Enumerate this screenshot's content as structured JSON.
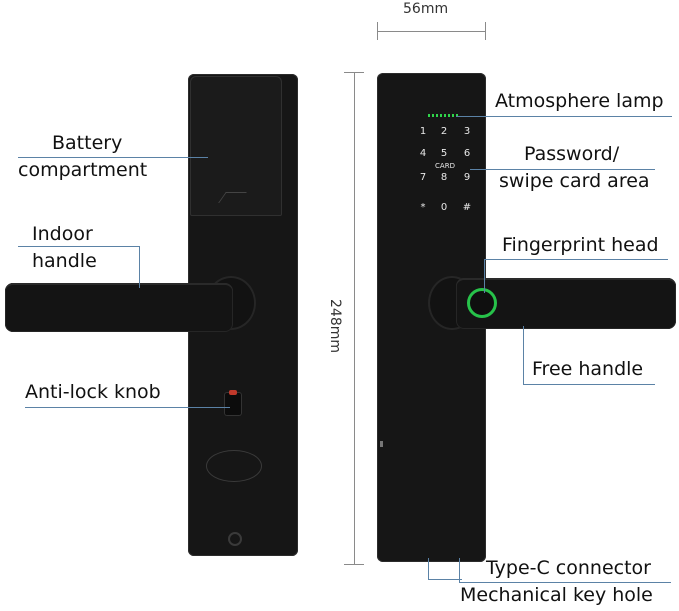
{
  "dimensions": {
    "width": "56mm",
    "height": "248mm"
  },
  "labels": {
    "battery": [
      "Battery",
      "compartment"
    ],
    "indoor_handle": [
      "Indoor",
      "handle"
    ],
    "anti_lock": "Anti-lock knob",
    "atmosphere_lamp": "Atmosphere lamp",
    "password": [
      "Password/",
      "swipe card area"
    ],
    "fingerprint": "Fingerprint head",
    "free_handle": "Free handle",
    "type_c": "Type-C connector",
    "key_hole": "Mechanical key hole"
  },
  "keypad": {
    "keys": [
      "1",
      "2",
      "3",
      "4",
      "5",
      "6",
      "7",
      "8",
      "9",
      "*",
      "0",
      "#"
    ],
    "card_label": "CARD"
  },
  "colors": {
    "lock_body": "#161616",
    "leader_line": "#5b82a6",
    "atmosphere_lamp": "#2fd34a",
    "fingerprint_ring": "#27c24a",
    "anti_lock_indicator": "#c0392b"
  }
}
